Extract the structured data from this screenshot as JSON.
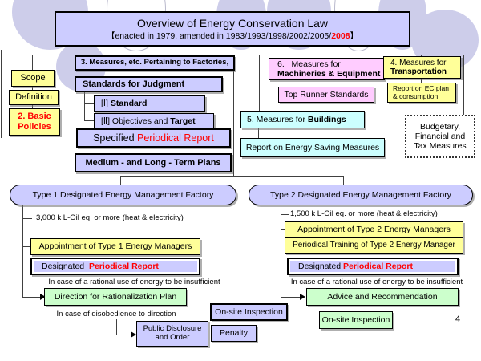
{
  "header": {
    "title": "Overview of Energy Conservation Law",
    "subtitle_prefix": "【enacted in 1979, amended in 1983/1993/1998/2002/2005/",
    "subtitle_highlight": "2008",
    "subtitle_suffix": "】"
  },
  "left_column": {
    "scope": "Scope",
    "definition": "Definition",
    "basic_policies_line1": "2. Basic",
    "basic_policies_line2": "Policies"
  },
  "factories": {
    "header": "3.  Measures, etc. Pertaining to Factories,",
    "judgment": "Standards for Judgment",
    "std1_bracket": "[Ⅰ] ",
    "std1_label": "Standard",
    "std2_bracket": "[Ⅱ] ",
    "std2_normal": "Objectives and ",
    "std2_bold": "Target",
    "specified_prefix": "Specified ",
    "specified_red": "Periodical Report",
    "medium_plans": "Medium - and Long - Term Plans"
  },
  "machineries": {
    "line1": "6.   Measures for",
    "line2": "Machineries & Equipment",
    "sub": "Top Runner Standards"
  },
  "transportation": {
    "line1": "4. Measures for",
    "line2": "Transportation",
    "sub_line1": "Report on EC plan",
    "sub_line2": "& consumption"
  },
  "buildings": {
    "label_normal": "5. Measures for ",
    "label_bold": "Buildings",
    "sub": "Report on Energy Saving Measures"
  },
  "budget": {
    "line1": "Budgetary,",
    "line2": "Financial and",
    "line3": "Tax Measures"
  },
  "type1": {
    "title": "Type 1 Designated Energy Management Factory",
    "threshold": "3,000 k L-Oil eq. or more (heat & electricity)",
    "appointment": "Appointment of Type 1 Energy Managers",
    "designated_prefix": "Designated  ",
    "designated_red": "Periodical Report",
    "insufficient": "In case of a rational use of energy to be insufficient",
    "direction": "Direction for Rationalization Plan",
    "disobedience": "In case of disobedience to direction",
    "public_line1": "Public Disclosure",
    "public_line2": "and Order",
    "onsite": "On-site Inspection",
    "penalty": "Penalty"
  },
  "type2": {
    "title": "Type 2 Designated Energy Management Factory",
    "threshold": "1,500 k L-Oil eq. or more (heat & electricity)",
    "appointment": "Appointment of Type 2 Energy Managers",
    "training": "Periodical Training of Type 2 Energy Manager",
    "designated_prefix": "Designated ",
    "designated_red": "Periodical Report",
    "insufficient": "In case of a rational use of energy to be insufficient",
    "advice": "Advice and Recommendation",
    "onsite": "On-site Inspection"
  },
  "page_number": "4",
  "colors": {
    "lavender": "#ccccff",
    "yellow": "#ffff99",
    "pink": "#ffccff",
    "cyan": "#ccffff",
    "green": "#ccffcc",
    "highlight_red": "#ff0000",
    "deco_circle": "#cdcdea"
  }
}
